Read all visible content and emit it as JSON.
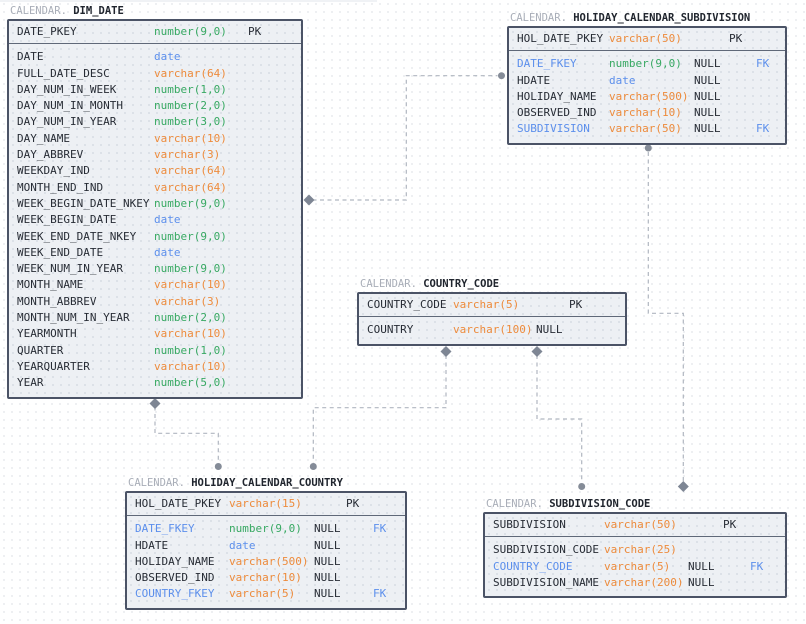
{
  "diagram": {
    "colors": {
      "number_type": "#38a963",
      "varchar_type": "#ed8b3c",
      "date_type": "#5c8fec",
      "foreign_key": "#5c8fec",
      "entity_fill": "#edf0f4",
      "entity_border": "#4b5366",
      "connector": "#b0b6c0"
    },
    "entities": [
      {
        "id": "dim_date",
        "schema": "CALENDAR.",
        "name": "DIM_DATE",
        "pk_columns": [
          {
            "name": "DATE_PKEY",
            "type": "number(9,0)",
            "null": "",
            "key": "PK",
            "fk": false
          }
        ],
        "columns": [
          {
            "name": "DATE",
            "type": "date",
            "null": "",
            "key": "",
            "fk": false
          },
          {
            "name": "FULL_DATE_DESC",
            "type": "varchar(64)",
            "null": "",
            "key": "",
            "fk": false
          },
          {
            "name": "DAY_NUM_IN_WEEK",
            "type": "number(1,0)",
            "null": "",
            "key": "",
            "fk": false
          },
          {
            "name": "DAY_NUM_IN_MONTH",
            "type": "number(2,0)",
            "null": "",
            "key": "",
            "fk": false
          },
          {
            "name": "DAY_NUM_IN_YEAR",
            "type": "number(3,0)",
            "null": "",
            "key": "",
            "fk": false
          },
          {
            "name": "DAY_NAME",
            "type": "varchar(10)",
            "null": "",
            "key": "",
            "fk": false
          },
          {
            "name": "DAY_ABBREV",
            "type": "varchar(3)",
            "null": "",
            "key": "",
            "fk": false
          },
          {
            "name": "WEEKDAY_IND",
            "type": "varchar(64)",
            "null": "",
            "key": "",
            "fk": false
          },
          {
            "name": "MONTH_END_IND",
            "type": "varchar(64)",
            "null": "",
            "key": "",
            "fk": false
          },
          {
            "name": "WEEK_BEGIN_DATE_NKEY",
            "type": "number(9,0)",
            "null": "",
            "key": "",
            "fk": false
          },
          {
            "name": "WEEK_BEGIN_DATE",
            "type": "date",
            "null": "",
            "key": "",
            "fk": false
          },
          {
            "name": "WEEK_END_DATE_NKEY",
            "type": "number(9,0)",
            "null": "",
            "key": "",
            "fk": false
          },
          {
            "name": "WEEK_END_DATE",
            "type": "date",
            "null": "",
            "key": "",
            "fk": false
          },
          {
            "name": "WEEK_NUM_IN_YEAR",
            "type": "number(9,0)",
            "null": "",
            "key": "",
            "fk": false
          },
          {
            "name": "MONTH_NAME",
            "type": "varchar(10)",
            "null": "",
            "key": "",
            "fk": false
          },
          {
            "name": "MONTH_ABBREV",
            "type": "varchar(3)",
            "null": "",
            "key": "",
            "fk": false
          },
          {
            "name": "MONTH_NUM_IN_YEAR",
            "type": "number(2,0)",
            "null": "",
            "key": "",
            "fk": false
          },
          {
            "name": "YEARMONTH",
            "type": "varchar(10)",
            "null": "",
            "key": "",
            "fk": false
          },
          {
            "name": "QUARTER",
            "type": "number(1,0)",
            "null": "",
            "key": "",
            "fk": false
          },
          {
            "name": "YEARQUARTER",
            "type": "varchar(10)",
            "null": "",
            "key": "",
            "fk": false
          },
          {
            "name": "YEAR",
            "type": "number(5,0)",
            "null": "",
            "key": "",
            "fk": false
          }
        ]
      },
      {
        "id": "holiday_calendar_subdivision",
        "schema": "CALENDAR.",
        "name": "HOLIDAY_CALENDAR_SUBDIVISION",
        "pk_columns": [
          {
            "name": "HOL_DATE_PKEY",
            "type": "varchar(50)",
            "null": "",
            "key": "PK",
            "fk": false
          }
        ],
        "columns": [
          {
            "name": "DATE_FKEY",
            "type": "number(9,0)",
            "null": "NULL",
            "key": "FK",
            "fk": true
          },
          {
            "name": "HDATE",
            "type": "date",
            "null": "NULL",
            "key": "",
            "fk": false
          },
          {
            "name": "HOLIDAY_NAME",
            "type": "varchar(500)",
            "null": "NULL",
            "key": "",
            "fk": false
          },
          {
            "name": "OBSERVED_IND",
            "type": "varchar(10)",
            "null": "NULL",
            "key": "",
            "fk": false
          },
          {
            "name": "SUBDIVISION",
            "type": "varchar(50)",
            "null": "NULL",
            "key": "FK",
            "fk": true
          }
        ]
      },
      {
        "id": "country_code",
        "schema": "CALENDAR.",
        "name": "COUNTRY_CODE",
        "pk_columns": [
          {
            "name": "COUNTRY_CODE",
            "type": "varchar(5)",
            "null": "",
            "key": "PK",
            "fk": false
          }
        ],
        "columns": [
          {
            "name": "COUNTRY",
            "type": "varchar(100)",
            "null": "NULL",
            "key": "",
            "fk": false
          }
        ]
      },
      {
        "id": "holiday_calendar_country",
        "schema": "CALENDAR.",
        "name": "HOLIDAY_CALENDAR_COUNTRY",
        "pk_columns": [
          {
            "name": "HOL_DATE_PKEY",
            "type": "varchar(15)",
            "null": "",
            "key": "PK",
            "fk": false
          }
        ],
        "columns": [
          {
            "name": "DATE_FKEY",
            "type": "number(9,0)",
            "null": "NULL",
            "key": "FK",
            "fk": true
          },
          {
            "name": "HDATE",
            "type": "date",
            "null": "NULL",
            "key": "",
            "fk": false
          },
          {
            "name": "HOLIDAY_NAME",
            "type": "varchar(500)",
            "null": "NULL",
            "key": "",
            "fk": false
          },
          {
            "name": "OBSERVED_IND",
            "type": "varchar(10)",
            "null": "NULL",
            "key": "",
            "fk": false
          },
          {
            "name": "COUNTRY_FKEY",
            "type": "varchar(5)",
            "null": "NULL",
            "key": "FK",
            "fk": true
          }
        ]
      },
      {
        "id": "subdivision_code",
        "schema": "CALENDAR.",
        "name": "SUBDIVISION_CODE",
        "pk_columns": [
          {
            "name": "SUBDIVISION",
            "type": "varchar(50)",
            "null": "",
            "key": "PK",
            "fk": false
          }
        ],
        "columns": [
          {
            "name": "SUBDIVISION_CODE",
            "type": "varchar(25)",
            "null": "",
            "key": "",
            "fk": false
          },
          {
            "name": "COUNTRY_CODE",
            "type": "varchar(5)",
            "null": "NULL",
            "key": "FK",
            "fk": true
          },
          {
            "name": "SUBDIVISION_NAME",
            "type": "varchar(200)",
            "null": "NULL",
            "key": "",
            "fk": false
          }
        ]
      }
    ],
    "relationships": [
      {
        "diamond_end": "CALENDAR.DIM_DATE",
        "dot_end": "CALENDAR.HOLIDAY_CALENDAR_SUBDIVISION",
        "style": "dashed"
      },
      {
        "diamond_end": "CALENDAR.DIM_DATE",
        "dot_end": "CALENDAR.HOLIDAY_CALENDAR_COUNTRY",
        "style": "dashed"
      },
      {
        "diamond_end": "CALENDAR.COUNTRY_CODE",
        "dot_end": "CALENDAR.HOLIDAY_CALENDAR_COUNTRY",
        "style": "dashed"
      },
      {
        "diamond_end": "CALENDAR.COUNTRY_CODE",
        "dot_end": "CALENDAR.SUBDIVISION_CODE",
        "style": "dashed"
      },
      {
        "diamond_end": "CALENDAR.SUBDIVISION_CODE",
        "dot_end": "CALENDAR.HOLIDAY_CALENDAR_SUBDIVISION",
        "style": "dashed"
      }
    ]
  }
}
